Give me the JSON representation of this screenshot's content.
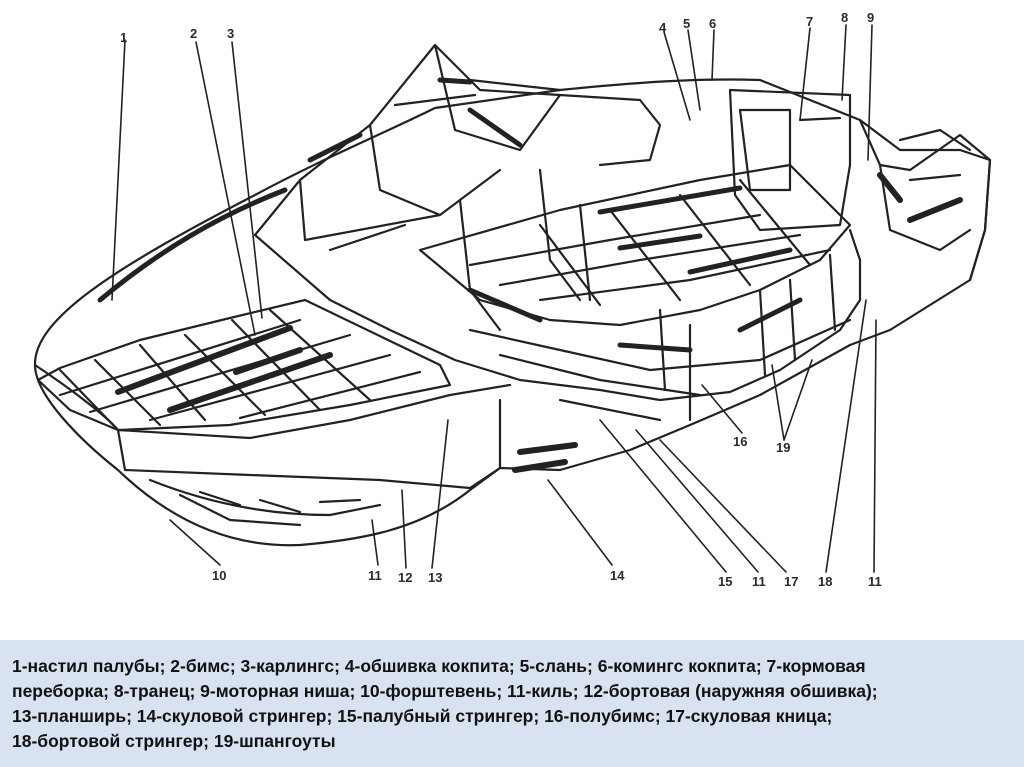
{
  "diagram": {
    "callouts": [
      "1",
      "2",
      "3",
      "4",
      "5",
      "6",
      "7",
      "8",
      "9",
      "10",
      "11",
      "12",
      "13",
      "14",
      "15",
      "11",
      "17",
      "18",
      "11",
      "16",
      "19"
    ]
  },
  "caption": {
    "lines": [
      "1-настил палубы; 2-бимс; 3-карлингс; 4-обшивка кокпита; 5-слань; 6-комингс кокпита; 7-кормовая",
      "переборка; 8-транец; 9-моторная ниша; 10-форштевень; 11-киль; 12-бортовая (наружняя обшивка);",
      "13-планширь; 14-скуловой стрингер; 15-палубный стрингер; 16-полубимс; 17-скуловая кница;",
      "18-бортовой стрингер; 19-шпангоуты"
    ]
  }
}
